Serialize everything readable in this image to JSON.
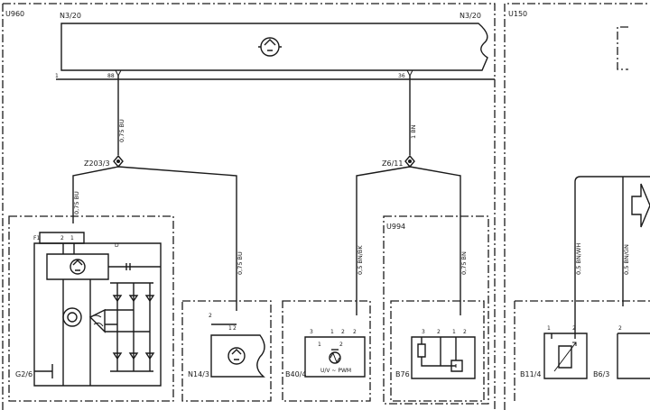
{
  "zones": {
    "left": "U960",
    "right": "U150",
    "inner": "U994"
  },
  "control_unit": {
    "id_left": "N3/20",
    "id_right": "N3/20",
    "ground_pin": "1",
    "pin_a": "88",
    "pin_b": "36"
  },
  "connectors": {
    "left": "Z203/3",
    "right": "Z6/11"
  },
  "wires": {
    "w1": "0,75 BU",
    "w2": "0,75 BU",
    "w3": "0,75 BU",
    "w4": "1 BN",
    "w5": "0,5 BN/BK",
    "w6": "0,75 BN",
    "w7": "0,5 BN/WH",
    "w8": "0,5 BN/GN"
  },
  "components": {
    "g2": {
      "id": "G2/6",
      "fuse": "F1",
      "pins": [
        "2",
        "1"
      ],
      "pin_d": "D"
    },
    "n14": {
      "id": "N14/3",
      "pin_top": "2",
      "pins": [
        "1",
        "2"
      ]
    },
    "b40": {
      "id": "B40/4",
      "pins": [
        "3",
        "1",
        "2",
        "2"
      ],
      "sub": [
        "1",
        "2"
      ],
      "note": "U/V ~ PWM"
    },
    "b76": {
      "id": "B76",
      "pins": [
        "3",
        "2",
        "1",
        "2"
      ]
    },
    "b11": {
      "id": "B11/4",
      "pins": [
        "1",
        "2"
      ]
    },
    "b6": {
      "id": "B6/3",
      "pins": [
        "2"
      ]
    }
  }
}
